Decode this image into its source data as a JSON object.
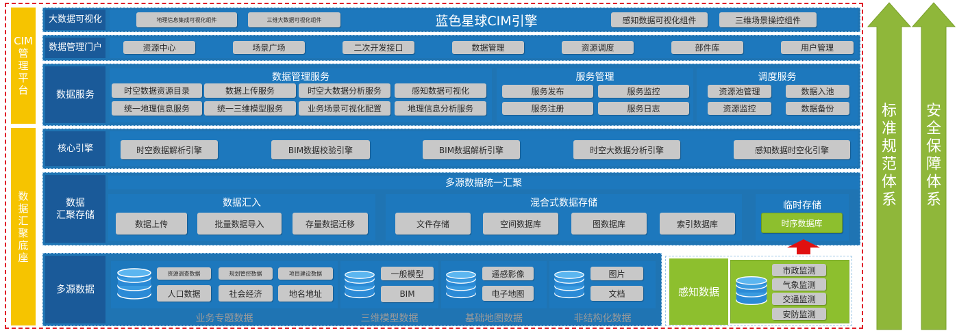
{
  "side": {
    "platform": "CIM\n管理\n平台",
    "base": "数据\n汇聚\n底座"
  },
  "layers": {
    "visual": {
      "label": "大数据可视化",
      "center_title": "蓝色星球CIM引擎",
      "items": [
        "地理信息集成可视化组件",
        "三维大数据可视化组件",
        "感知数据可视化组件",
        "三维场景操控组件"
      ]
    },
    "portal": {
      "label": "数据管理门户",
      "items": [
        "资源中心",
        "场景广场",
        "二次开发接口",
        "数据管理",
        "资源调度",
        "部件库",
        "用户管理"
      ]
    },
    "services": {
      "label": "数据服务",
      "groups": [
        {
          "title": "数据管理服务",
          "items": [
            "时空数据资源目录",
            "数据上传服务",
            "时空大数据分析服务",
            "感知数据可视化",
            "统一地理信息服务",
            "统一三维模型服务",
            "业务场景可视化配置",
            "地理信息分析服务"
          ]
        },
        {
          "title": "服务管理",
          "items": [
            "服务发布",
            "服务监控",
            "服务注册",
            "服务日志"
          ]
        },
        {
          "title": "调度服务",
          "items": [
            "资源池管理",
            "数据入池",
            "资源监控",
            "数据备份"
          ]
        }
      ]
    },
    "engine": {
      "label": "核心引擎",
      "items": [
        "时空数据解析引擎",
        "BIM数据校验引擎",
        "BIM数据解析引擎",
        "时空大数据分析引擎",
        "感知数据时空化引擎"
      ]
    },
    "storage": {
      "label": "数据\n汇聚存储",
      "header": "多源数据统一汇聚",
      "groups": [
        {
          "title": "数据汇入",
          "items": [
            "数据上传",
            "批量数据导入",
            "存量数据迁移"
          ]
        },
        {
          "title": "混合式数据存储",
          "items": [
            "文件存储",
            "空间数据库",
            "图数据库",
            "索引数据库"
          ]
        },
        {
          "title": "临时存储",
          "items": [
            "时序数据库"
          ]
        }
      ]
    },
    "sources": {
      "label": "多源数据",
      "groups": [
        {
          "caption": "业务专题数据",
          "items": [
            "资源调查数据",
            "规划管控数据",
            "项目建设数据",
            "人口数据",
            "社会经济",
            "地名地址"
          ]
        },
        {
          "caption": "三维模型数据",
          "items": [
            "一般模型",
            "BIM"
          ]
        },
        {
          "caption": "基础地图数据",
          "items": [
            "遥感影像",
            "电子地图"
          ]
        },
        {
          "caption": "非结构化数据",
          "items": [
            "图片",
            "文档"
          ]
        }
      ],
      "perception": {
        "label": "感知数据",
        "items": [
          "市政监测",
          "气象监测",
          "交通监测",
          "安防监测"
        ]
      }
    }
  },
  "pillars": [
    "标准规范体系",
    "安全保障体系"
  ],
  "colors": {
    "band": "#1f74b3",
    "label": "#1a5a99",
    "side": "#f6c400",
    "chip": "#c8c8c8",
    "green": "#8dbf2e",
    "arrow": "#8fb73a",
    "frame": "#e0202a",
    "db": "#3a9be0"
  }
}
